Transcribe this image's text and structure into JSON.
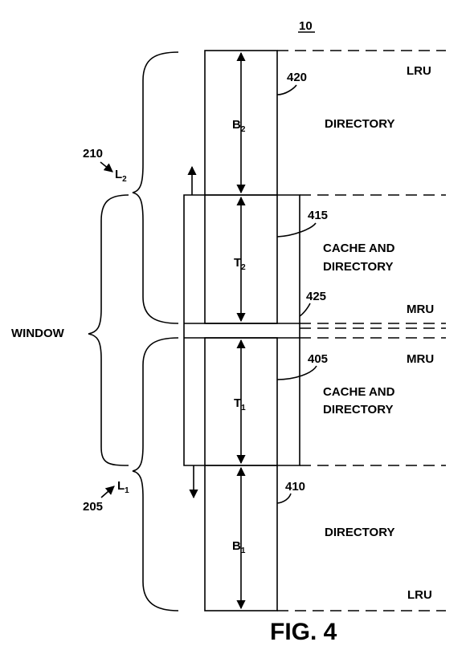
{
  "figure": {
    "number": "10",
    "caption": "FIG. 4"
  },
  "labels": {
    "lru_top": "LRU",
    "lru_bottom": "LRU",
    "mru_upper": "MRU",
    "mru_lower": "MRU",
    "directory_top": "DIRECTORY",
    "directory_bottom": "DIRECTORY",
    "cache_and_t2": "CACHE AND",
    "directory_t2": "DIRECTORY",
    "cache_and_t1": "CACHE AND",
    "directory_t1": "DIRECTORY",
    "window": "WINDOW"
  },
  "refs": {
    "r420": "420",
    "r415": "415",
    "r425": "425",
    "r405": "405",
    "r410": "410",
    "r210": "210",
    "r205": "205"
  },
  "segments": {
    "b2": {
      "letter": "B",
      "sub": "2"
    },
    "t2": {
      "letter": "T",
      "sub": "2"
    },
    "t1": {
      "letter": "T",
      "sub": "1"
    },
    "b1": {
      "letter": "B",
      "sub": "1"
    },
    "l2": {
      "letter": "L",
      "sub": "2"
    },
    "l1": {
      "letter": "L",
      "sub": "1"
    }
  }
}
